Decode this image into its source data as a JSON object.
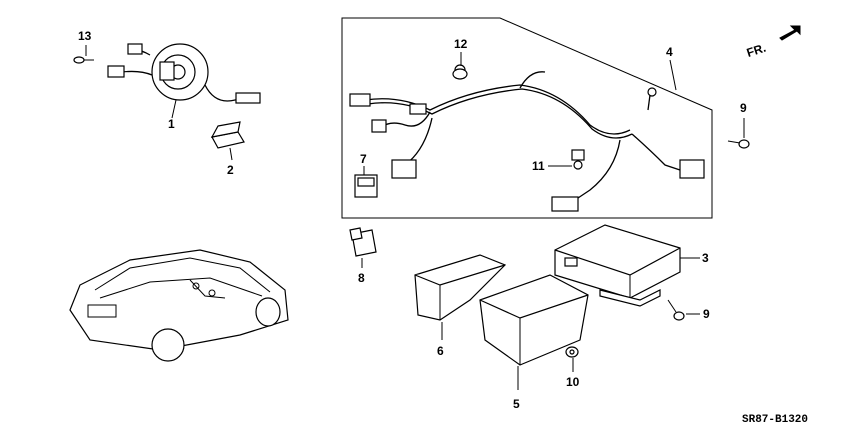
{
  "callouts": [
    "1",
    "2",
    "3",
    "4",
    "5",
    "6",
    "7",
    "8",
    "9",
    "9",
    "10",
    "11",
    "12",
    "13"
  ],
  "direction_label": "FR.",
  "diagram_code": "SR87-B1320"
}
